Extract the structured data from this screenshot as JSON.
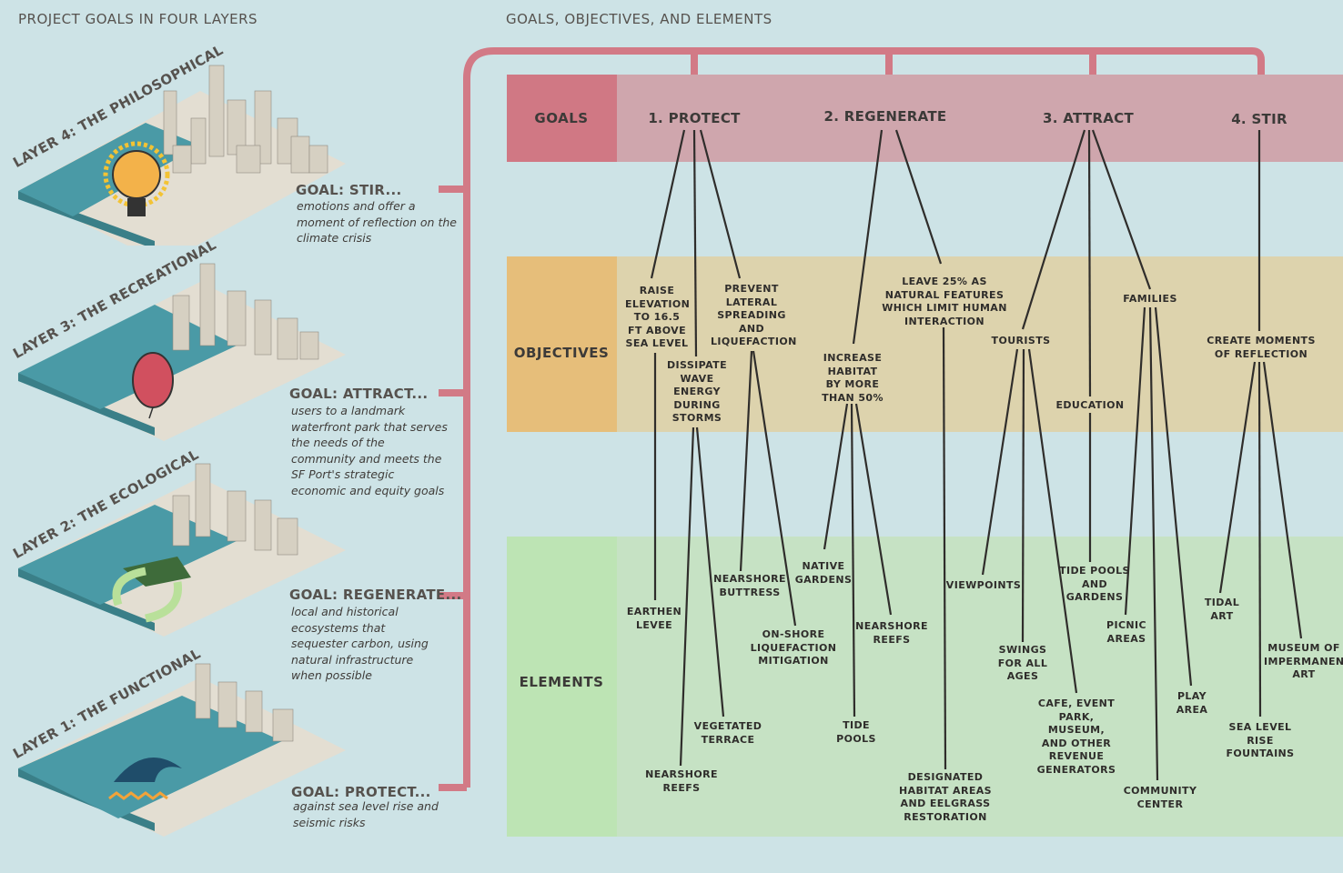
{
  "headings": {
    "left": "PROJECT GOALS IN FOUR LAYERS",
    "right": "GOALS, OBJECTIVES, AND ELEMENTS"
  },
  "layers": [
    {
      "label": "LAYER 4: THE PHILOSOPHICAL",
      "goal": "GOAL:  STIR...",
      "desc": "emotions and offer a moment of reflection on the climate crisis",
      "icon": "lightbulb-icon"
    },
    {
      "label": "LAYER 3: THE RECREATIONAL",
      "goal": "GOAL:  ATTRACT...",
      "desc": "users to a landmark waterfront park that serves the needs of the community and meets the SF Port's strategic economic and equity goals",
      "icon": "balloon-icon"
    },
    {
      "label": "LAYER 2: THE ECOLOGICAL",
      "goal": "GOAL:  REGENERATE...",
      "desc": "local and historical ecosystems that sequester carbon, using natural infrastructure when possible",
      "icon": "recycle-arrows-icon"
    },
    {
      "label": "LAYER 1: THE FUNCTIONAL",
      "goal": "GOAL:  PROTECT...",
      "desc": "against sea level rise and seismic risks",
      "icon": "wave-icon"
    }
  ],
  "bands": {
    "goals": "GOALS",
    "objectives": "OBJECTIVES",
    "elements": "ELEMENTS"
  },
  "goals": [
    "1. PROTECT",
    "2. REGENERATE",
    "3. ATTRACT",
    "4. STIR"
  ],
  "objectives": [
    "RAISE ELEVATION TO 16.5 FT ABOVE SEA LEVEL",
    "DISSIPATE WAVE ENERGY DURING STORMS",
    "PREVENT LATERAL SPREADING AND LIQUEFACTION",
    "INCREASE HABITAT BY MORE THAN 50%",
    "LEAVE 25% AS NATURAL FEATURES WHICH LIMIT HUMAN INTERACTION",
    "TOURISTS",
    "EDUCATION",
    "FAMILIES",
    "CREATE MOMENTS OF REFLECTION"
  ],
  "elements": [
    "EARTHEN LEVEE",
    "NEARSHORE REEFS",
    "VEGETATED TERRACE",
    "NEARSHORE BUTTRESS",
    "ON-SHORE LIQUEFACTION MITIGATION",
    "NATIVE GARDENS",
    "TIDE POOLS",
    "NEARSHORE REEFS",
    "DESIGNATED HABITAT AREAS AND EELGRASS RESTORATION",
    "VIEWPOINTS",
    "SWINGS FOR ALL AGES",
    "CAFE, EVENT PARK, MUSEUM, AND OTHER REVENUE GENERATORS",
    "TIDE POOLS AND GARDENS",
    "PICNIC AREAS",
    "COMMUNITY CENTER",
    "PLAY AREA",
    "TIDAL ART",
    "SEA LEVEL RISE FOUNTAINS",
    "MUSEUM OF IMPERMANENT ART"
  ],
  "colors": {
    "background": "#cde3e6",
    "bracket": "#d27a86",
    "goals_band": "#cfa6ad",
    "goals_label": "#d07884",
    "objectives_band": "#ddd3ad",
    "objectives_label": "#e6be7a",
    "elements_band": "#c6e2c4",
    "elements_label": "#bde4b4",
    "water": "#4a9aa6",
    "building": "#e3ded2"
  }
}
